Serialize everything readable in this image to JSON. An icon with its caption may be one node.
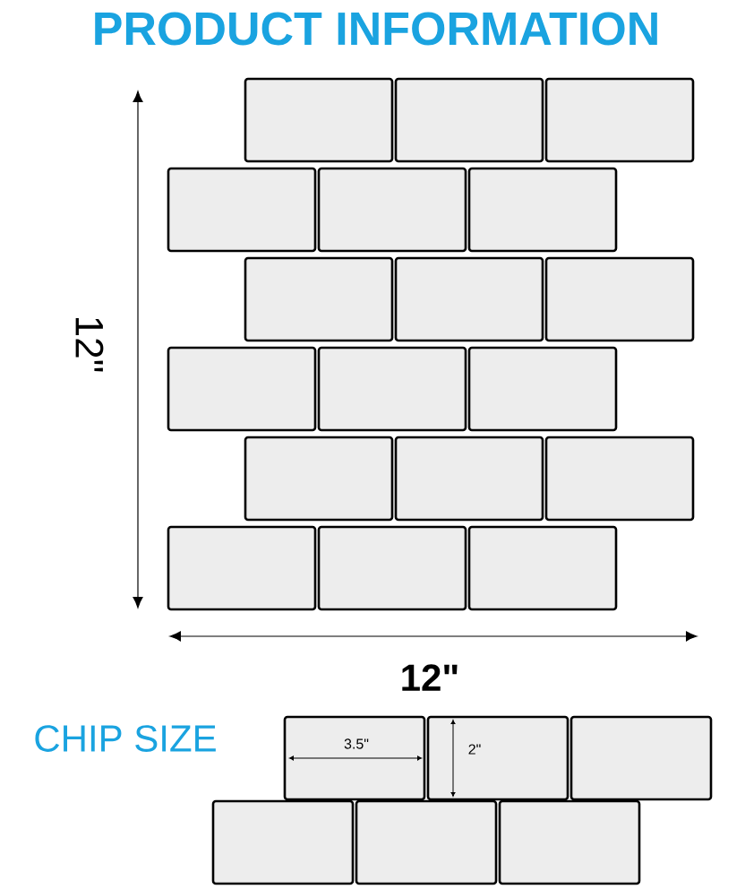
{
  "diagram": {
    "title": "PRODUCT INFORMATION",
    "labels": [
      "12\"",
      "12\"",
      "CHIP SIZE",
      "3.5\"",
      "2\""
    ]
  }
}
